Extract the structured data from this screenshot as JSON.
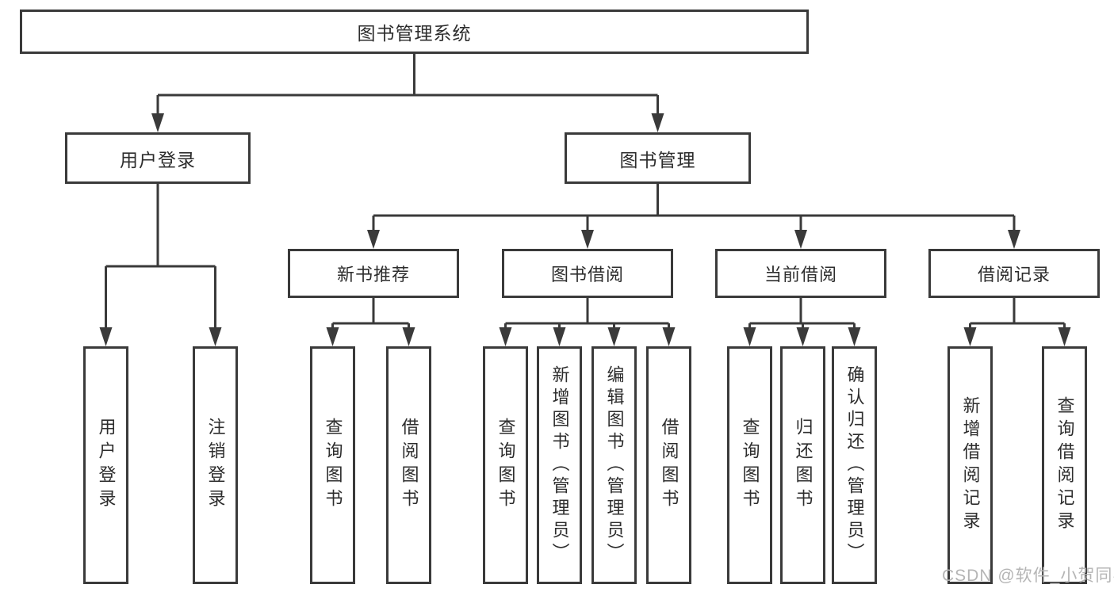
{
  "tree": {
    "root": "图书管理系统",
    "branches": [
      {
        "label": "用户登录",
        "children": [
          "用户登录",
          "注销登录"
        ]
      },
      {
        "label": "图书管理",
        "groups": [
          {
            "label": "新书推荐",
            "children": [
              "查询图书",
              "借阅图书"
            ]
          },
          {
            "label": "图书借阅",
            "children": [
              "查询图书",
              "新增图书（管理员）",
              "编辑图书（管理员）",
              "借阅图书"
            ]
          },
          {
            "label": "当前借阅",
            "children": [
              "查询图书",
              "归还图书",
              "确认归还（管理员）"
            ]
          },
          {
            "label": "借阅记录",
            "children": [
              "新增借阅记录",
              "查询借阅记录"
            ]
          }
        ]
      }
    ]
  },
  "watermark": {
    "text": "CSDN @软件_小贺同学"
  },
  "colors": {
    "line": "#3a3a3a",
    "text": "#2d2d2d",
    "watermark": "#b5b5b5",
    "background": "#ffffff"
  }
}
